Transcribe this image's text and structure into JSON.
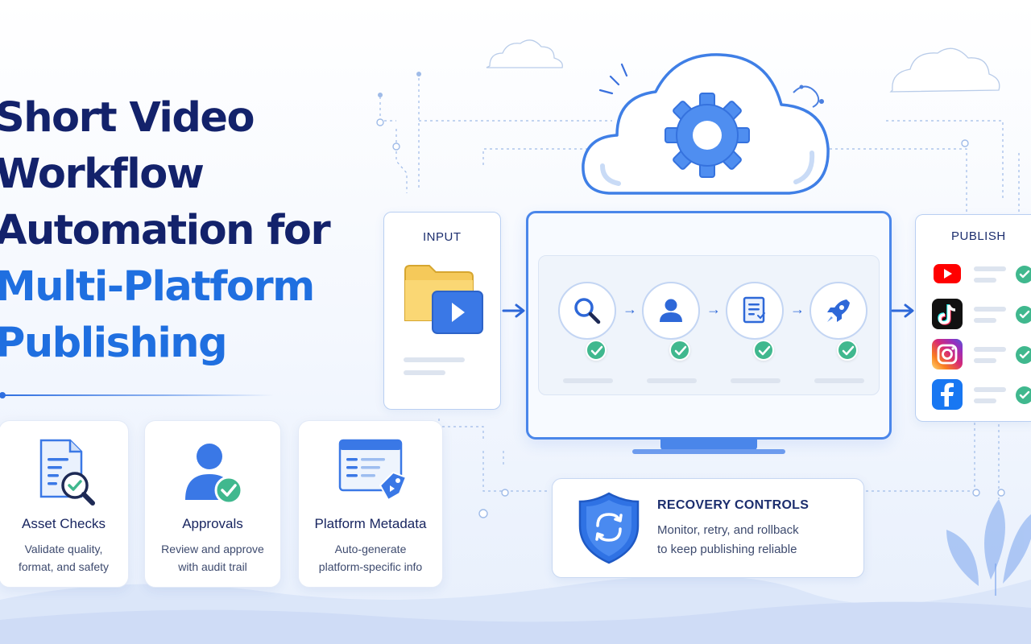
{
  "title": {
    "line1": "Short Video",
    "line2": "Workflow",
    "line3": "Automation for",
    "line4": "Multi-Platform",
    "line5": "Publishing"
  },
  "features": [
    {
      "title": "Asset Checks",
      "desc_line1": "Validate quality,",
      "desc_line2": "format, and safety",
      "icon": "document-search-icon"
    },
    {
      "title": "Approvals",
      "desc_line1": "Review and approve",
      "desc_line2": "with audit trail",
      "icon": "user-approved-icon"
    },
    {
      "title": "Platform Metadata",
      "desc_line1": "Auto-generate",
      "desc_line2": "platform-specific info",
      "icon": "browser-tag-icon"
    }
  ],
  "input_panel": {
    "label": "INPUT",
    "icon": "folder-video-icon"
  },
  "pipeline": {
    "steps": [
      {
        "icon": "search-icon"
      },
      {
        "icon": "user-icon"
      },
      {
        "icon": "checklist-icon"
      },
      {
        "icon": "rocket-icon"
      }
    ],
    "cloud_icon": "cloud-gear-icon"
  },
  "publish_panel": {
    "label": "PUBLISH",
    "platforms": [
      {
        "icon": "youtube-icon",
        "color": "#ff0000"
      },
      {
        "icon": "tiktok-icon",
        "color": "#111111"
      },
      {
        "icon": "instagram-icon",
        "color": "#d6249f"
      },
      {
        "icon": "facebook-icon",
        "color": "#1877f2"
      }
    ]
  },
  "recovery": {
    "title": "RECOVERY CONTROLS",
    "desc_line1": "Monitor, retry, and rollback",
    "desc_line2": "to keep publishing reliable",
    "icon": "shield-refresh-icon"
  },
  "colors": {
    "navy": "#13226b",
    "accent_blue": "#1f6fe0",
    "check_green": "#40b88e"
  }
}
